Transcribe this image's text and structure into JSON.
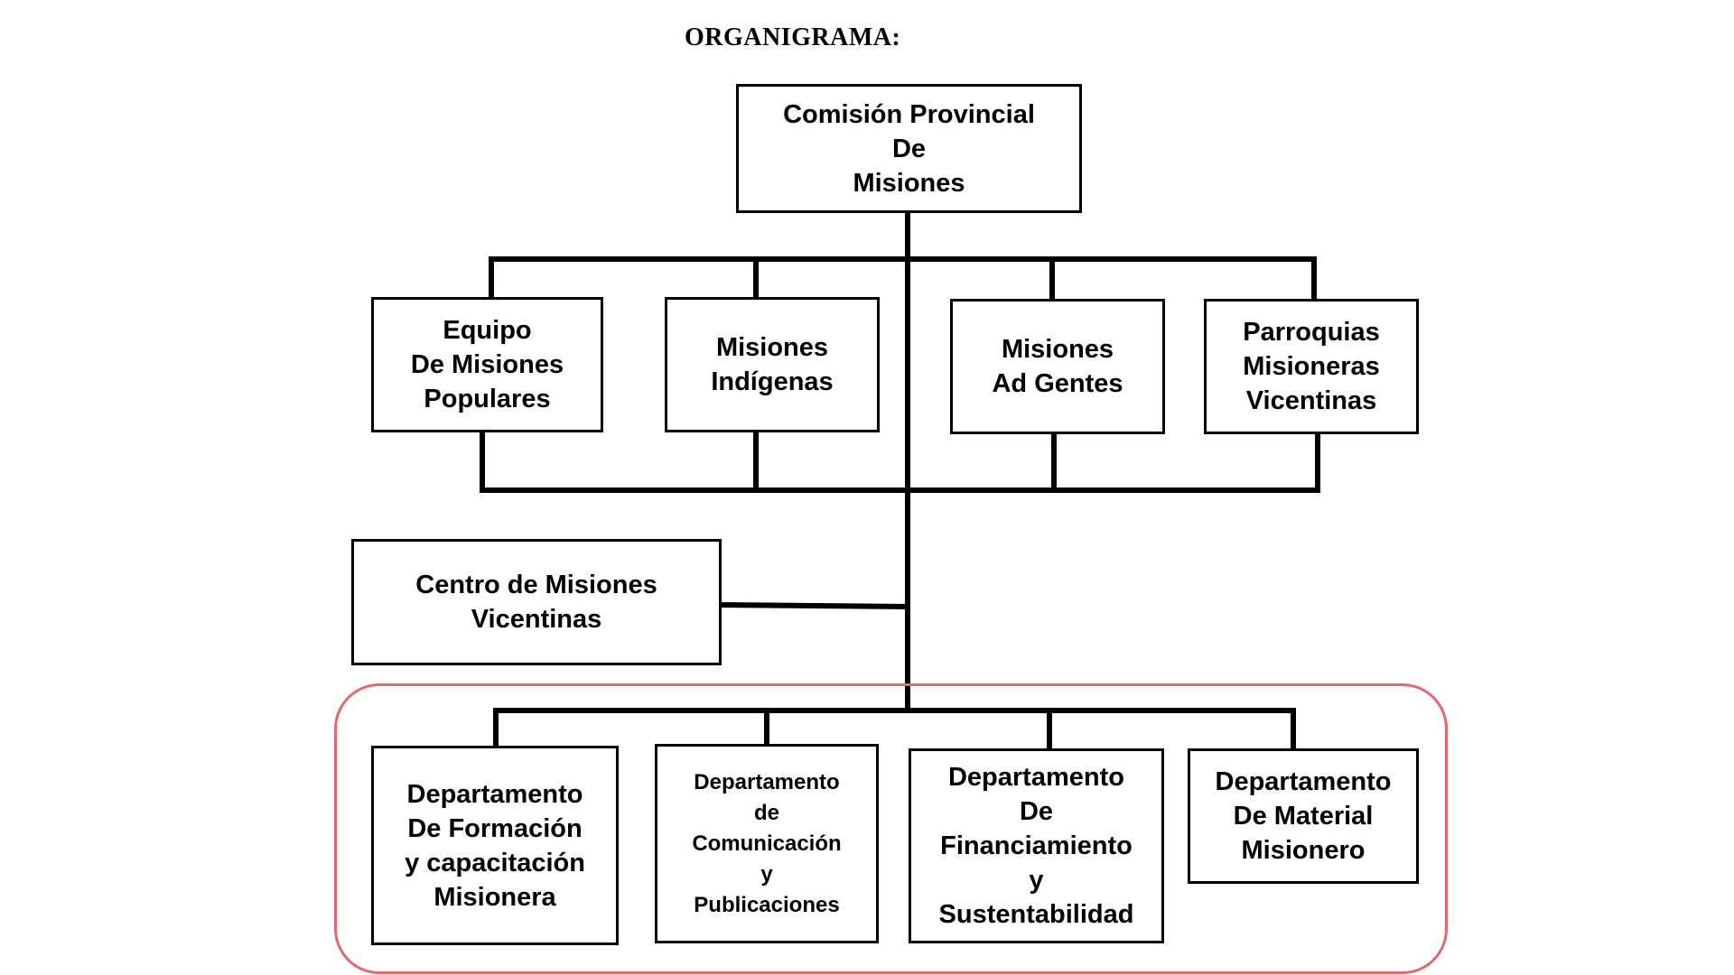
{
  "title": "ORGANIGRAMA:",
  "root": {
    "label": "Comisión Provincial\nDe\nMisiones"
  },
  "level1": [
    {
      "label": "Equipo\nDe Misiones\nPopulares"
    },
    {
      "label": "Misiones\nIndígenas"
    },
    {
      "label": "Misiones\nAd Gentes"
    },
    {
      "label": "Parroquias\nMisioneras\nVicentinas"
    }
  ],
  "center": {
    "label": "Centro de Misiones\nVicentinas"
  },
  "departments": [
    {
      "label": "Departamento\nDe Formación\ny capacitación\nMisionera"
    },
    {
      "label": "Departamento\nde\nComunicación\ny\nPublicaciones"
    },
    {
      "label": "Departamento\nDe\nFinanciamiento\ny\nSustentabilidad"
    },
    {
      "label": "Departamento\nDe Material\nMisionero"
    }
  ],
  "colors": {
    "lines": "#000000",
    "group_frame": "#e06a70",
    "background": "#ffffff"
  }
}
